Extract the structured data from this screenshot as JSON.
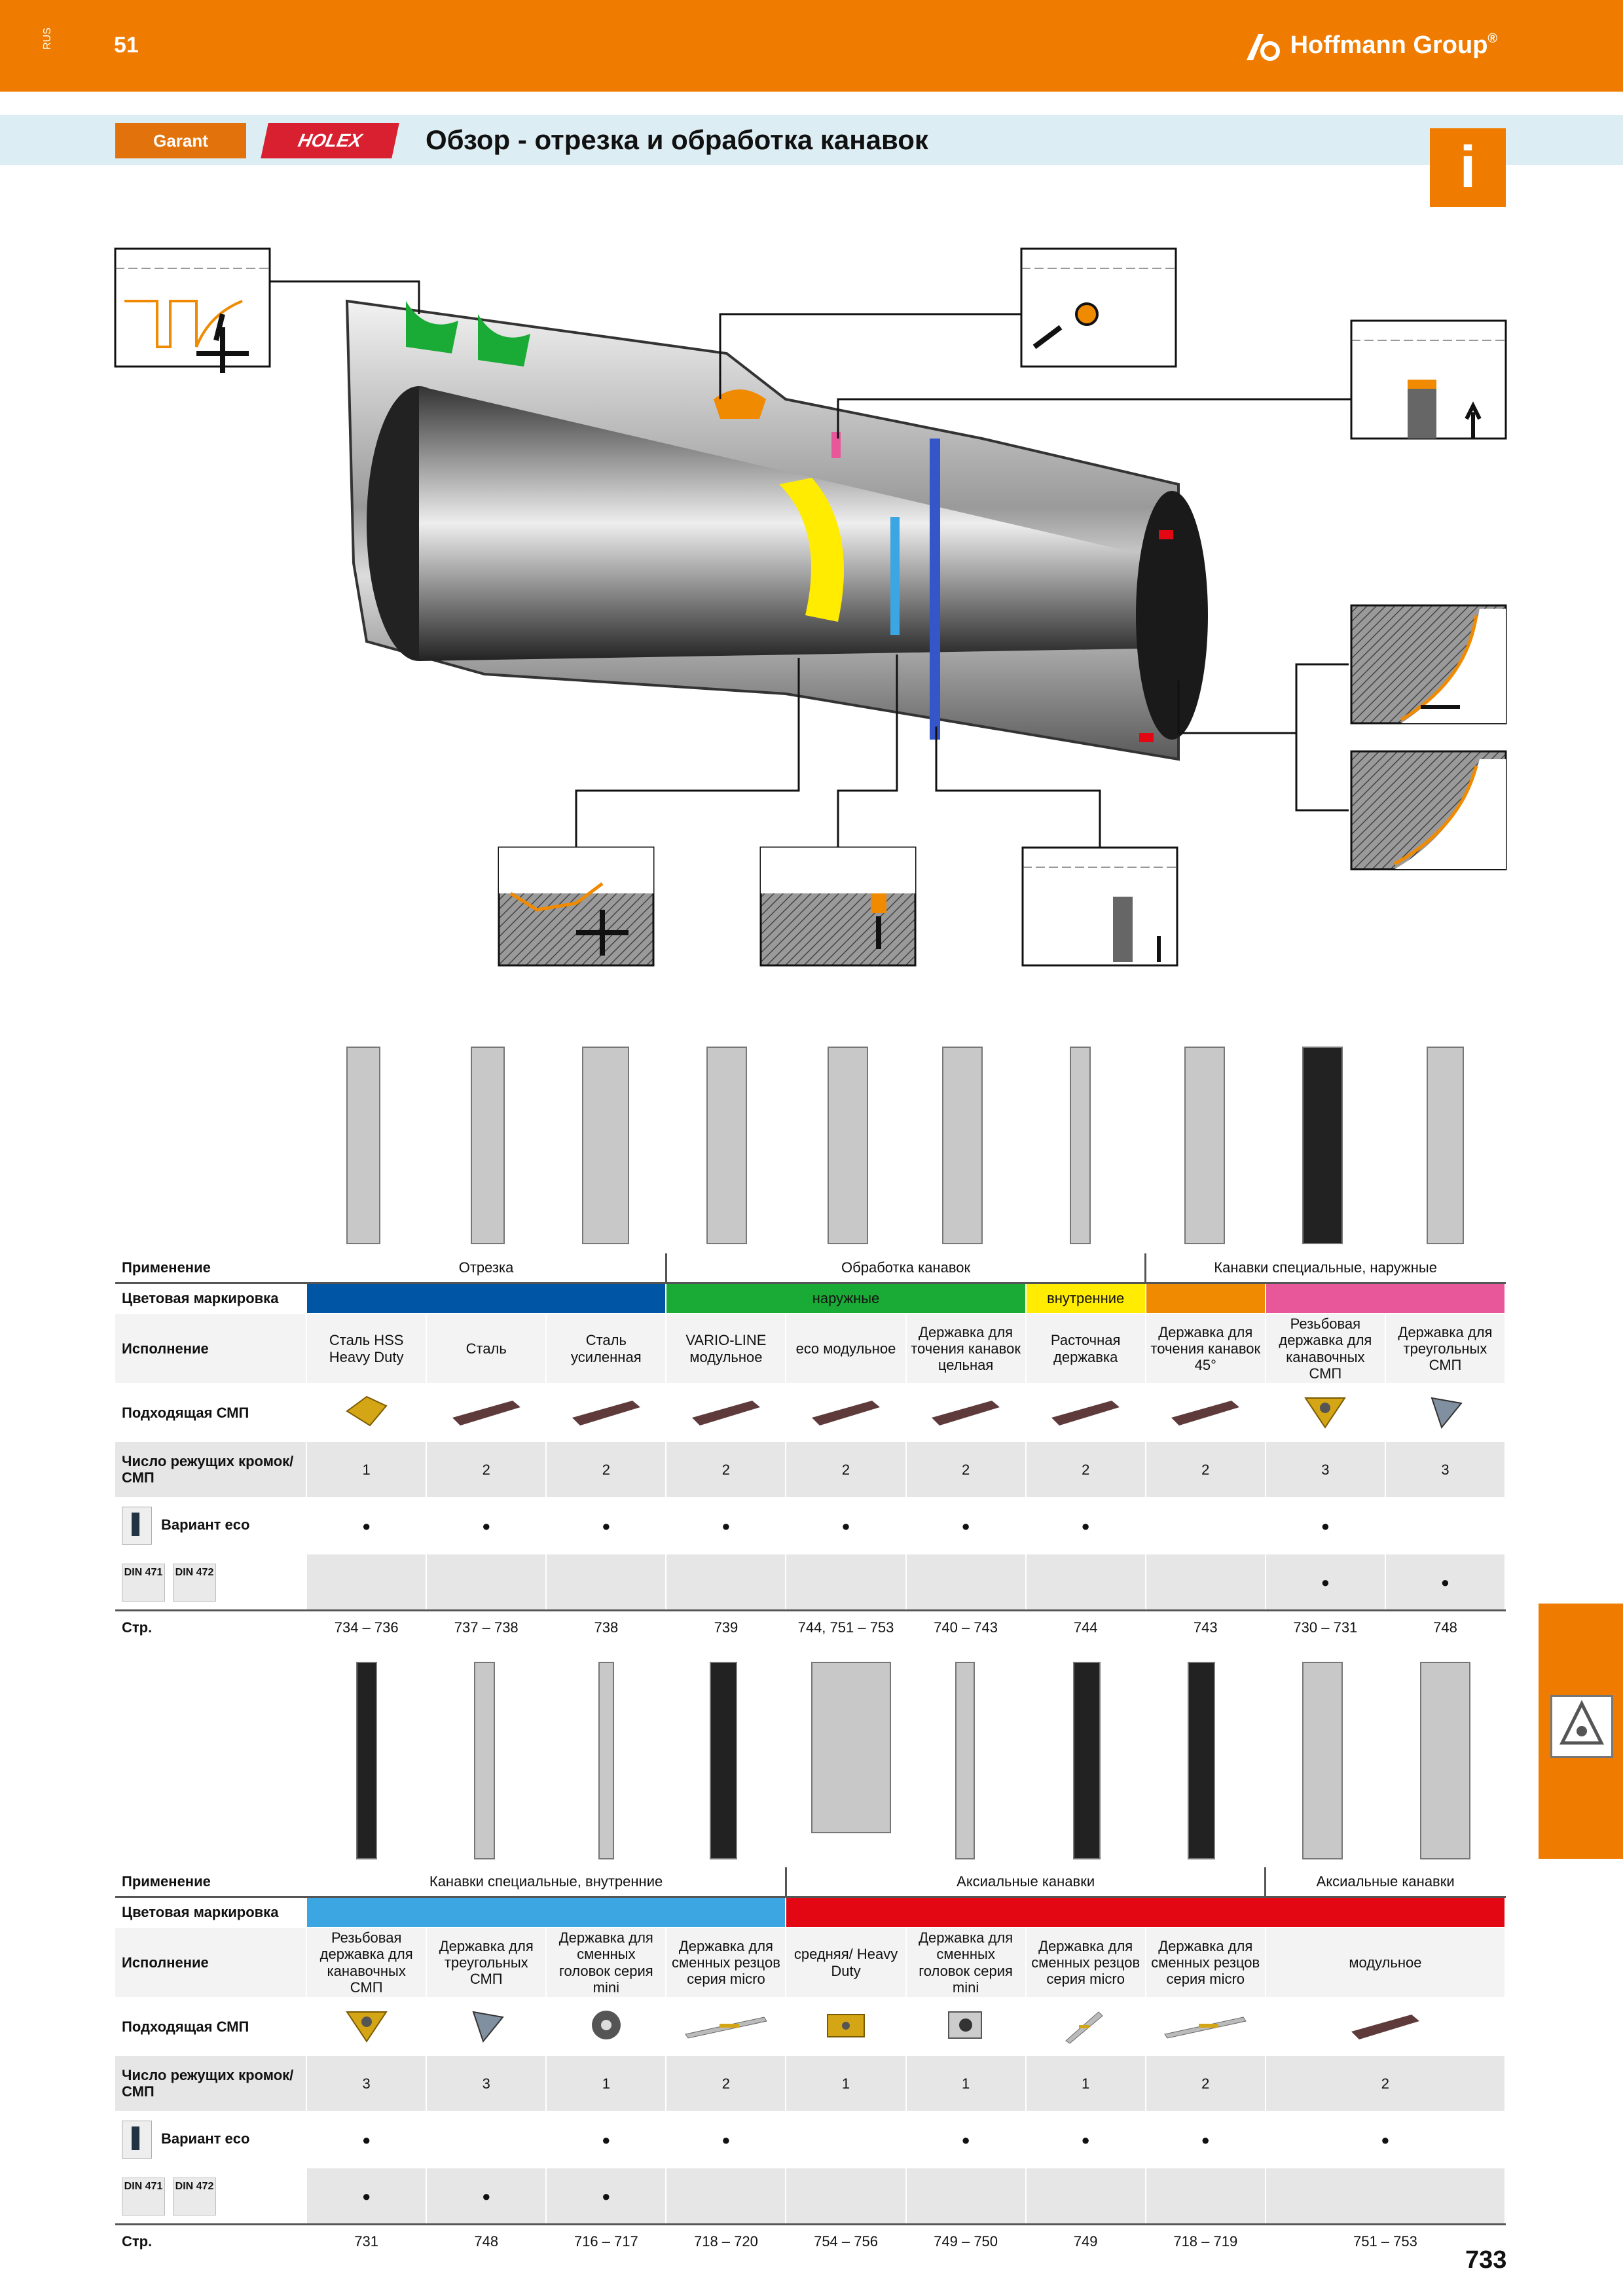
{
  "header": {
    "lang": "RUS",
    "page_top": "51",
    "brand": "Hoffmann Group",
    "brand_suffix": "®"
  },
  "title": {
    "garant": "Garant",
    "holex": "HOLEX",
    "text": "Обзор - отрезка и обработка канавок",
    "info": "i"
  },
  "colors": {
    "orange": "#ef7c00",
    "blue_dark": "#0055a5",
    "green": "#1aaa36",
    "yellow": "#ffec00",
    "orange_tag": "#f08a00",
    "pink": "#e8579a",
    "light_blue": "#3ba6e2",
    "red": "#e30613"
  },
  "labels": {
    "application": "Применение",
    "color_code": "Цветовая маркировка",
    "execution": "Исполнение",
    "insert": "Подходящая СМП",
    "edges": "Число режущих кромок/ СМП",
    "eco": "Вариант eco",
    "din1": "DIN 471",
    "din2": "DIN 472",
    "page": "Стр."
  },
  "table1": {
    "groups": [
      {
        "label": "Отрезка",
        "span": 3
      },
      {
        "label": "Обработка канавок",
        "span": 4
      },
      {
        "label": "Канавки специальные, наружные",
        "span": 3
      }
    ],
    "color_bands": [
      {
        "label": "",
        "span": 3,
        "color": "#0055a5"
      },
      {
        "label": "наружные",
        "span": 3,
        "color": "#1aaa36"
      },
      {
        "label": "внутренние",
        "span": 1,
        "color": "#ffec00"
      },
      {
        "label": "",
        "span": 1,
        "color": "#f08a00"
      },
      {
        "label": "",
        "span": 2,
        "color": "#e8579a"
      }
    ],
    "columns": [
      {
        "exec": "Сталь HSS Heavy Duty",
        "edges": "1",
        "eco": "●",
        "din": "",
        "page": "734 – 736"
      },
      {
        "exec": "Сталь",
        "edges": "2",
        "eco": "●",
        "din": "",
        "page": "737 – 738"
      },
      {
        "exec": "Сталь усиленная",
        "edges": "2",
        "eco": "●",
        "din": "",
        "page": "738"
      },
      {
        "exec": "VARIO-LINE модульное",
        "edges": "2",
        "eco": "●",
        "din": "",
        "page": "739"
      },
      {
        "exec": "eco модульное",
        "edges": "2",
        "eco": "●",
        "din": "",
        "page": "744, 751 – 753"
      },
      {
        "exec": "Державка для точения канавок цельная",
        "edges": "2",
        "eco": "●",
        "din": "",
        "page": "740 – 743"
      },
      {
        "exec": "Расточная державка",
        "edges": "2",
        "eco": "●",
        "din": "",
        "page": "744"
      },
      {
        "exec": "Державка для точения канавок 45°",
        "edges": "2",
        "eco": "",
        "din": "",
        "page": "743"
      },
      {
        "exec": "Резьбовая державка для канавочных СМП",
        "edges": "3",
        "eco": "●",
        "din": "●",
        "page": "730 – 731"
      },
      {
        "exec": "Державка для треугольных СМП",
        "edges": "3",
        "eco": "",
        "din": "●",
        "page": "748"
      }
    ]
  },
  "table2": {
    "groups": [
      {
        "label": "Канавки специальные, внутренние",
        "span": 4
      },
      {
        "label": "Аксиальные канавки",
        "span": 4
      },
      {
        "label": "Аксиальные канавки",
        "span": 2
      }
    ],
    "color_bands": [
      {
        "label": "",
        "span": 4,
        "color": "#3ba6e2"
      },
      {
        "label": "",
        "span": 6,
        "color": "#e30613"
      }
    ],
    "columns": [
      {
        "exec": "Резьбовая державка для канавочных СМП",
        "edges": "3",
        "eco": "●",
        "din": "●",
        "page": "731"
      },
      {
        "exec": "Державка для треугольных СМП",
        "edges": "3",
        "eco": "",
        "din": "●",
        "page": "748"
      },
      {
        "exec": "Державка для сменных головок серия mini",
        "edges": "1",
        "eco": "●",
        "din": "●",
        "page": "716 – 717"
      },
      {
        "exec": "Державка для сменных резцов серия micro",
        "edges": "2",
        "eco": "●",
        "din": "",
        "page": "718 – 720"
      },
      {
        "exec": "средняя/ Heavy Duty",
        "edges": "1",
        "eco": "",
        "din": "",
        "page": "754 – 756"
      },
      {
        "exec": "Державка для сменных головок серия mini",
        "edges": "1",
        "eco": "●",
        "din": "",
        "page": "749 – 750"
      },
      {
        "exec": "Державка для сменных резцов серия micro",
        "edges": "1",
        "eco": "●",
        "din": "",
        "page": "749"
      },
      {
        "exec": "Державка для сменных резцов серия micro",
        "edges": "2",
        "eco": "●",
        "din": "",
        "page": "718 – 719"
      },
      {
        "exec": "модульное",
        "edges": "2",
        "eco": "●",
        "din": "",
        "page": "751 – 753",
        "span": 2
      }
    ]
  },
  "footer": {
    "page": "733"
  }
}
